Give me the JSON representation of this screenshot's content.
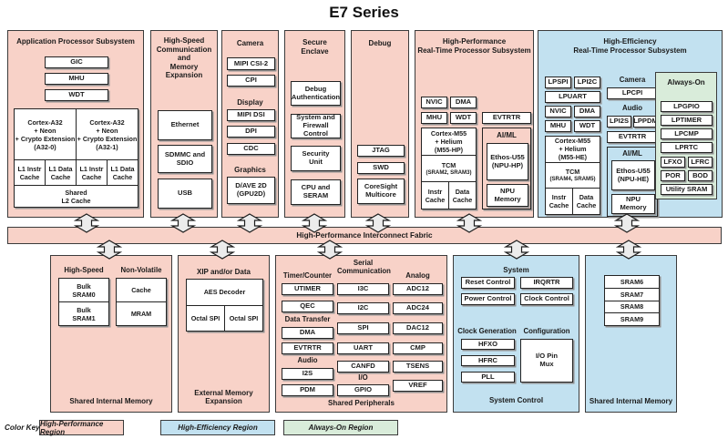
{
  "title": "E7 Series",
  "fabric_label": "High-Performance Interconnect Fabric",
  "colors": {
    "high_performance": "#f8d2c8",
    "high_efficiency": "#c2e1f0",
    "always_on": "#d9ecda"
  },
  "aps": {
    "title": "Application Processor Subsystem",
    "gic": "GIC",
    "mhu": "MHU",
    "wdt": "WDT",
    "core0": "Cortex-A32\n+ Neon\n+ Crypto Extension\n(A32-0)",
    "core1": "Cortex-A32\n+ Neon\n+ Crypto Extension\n(A32-1)",
    "l1i": "L1 Instr\nCache",
    "l1d": "L1 Data\nCache",
    "l2": "Shared\nL2 Cache"
  },
  "hscme": {
    "title": "High-Speed\nCommunication and\nMemory Expansion",
    "eth": "Ethernet",
    "sdmmc": "SDMMC and\nSDIO",
    "usb": "USB"
  },
  "cam": {
    "camera": "Camera",
    "csi": "MIPI CSI-2",
    "cpi": "CPI",
    "display": "Display",
    "dsi": "MIPI DSI",
    "dpi": "DPI",
    "cdc": "CDC",
    "graphics": "Graphics",
    "dave": "D/AVE 2D\n(GPU2D)"
  },
  "secure": {
    "title": "Secure\nEnclave",
    "auth": "Debug\nAuthentication",
    "fw": "System and\nFirewall Control",
    "su": "Security\nUnit",
    "cpu": "CPU and\nSERAM"
  },
  "debug": {
    "title": "Debug",
    "jtag": "JTAG",
    "swd": "SWD",
    "cs": "CoreSight\nMulticore"
  },
  "hprt": {
    "title": "High-Performance\nReal-Time Processor Subsystem",
    "nvic": "NVIC",
    "dma": "DMA",
    "mhu": "MHU",
    "wdt": "WDT",
    "evtrtr": "EVTRTR",
    "core": "Cortex-M55\n+ Helium\n(M55-HP)",
    "tcm": "TCM",
    "tcm_sub": "(SRAM2, SRAM3)",
    "ic": "Instr\nCache",
    "dc": "Data\nCache",
    "aiml": "AI/ML",
    "npu": "Ethos-U55\n(NPU-HP)",
    "npum": "NPU\nMemory"
  },
  "hert": {
    "title": "High-Efficiency\nReal-Time Processor Subsystem",
    "lpspi": "LPSPI",
    "lpi2c": "LPI2C",
    "lpuart": "LPUART",
    "nvic": "NVIC",
    "dma": "DMA",
    "mhu": "MHU",
    "wdt": "WDT",
    "core": "Cortex-M55\n+ Helium\n(M55-HE)",
    "tcm": "TCM",
    "tcm_sub": "(SRAM4, SRAM5)",
    "ic": "Instr\nCache",
    "dc": "Data\nCache",
    "camera": "Camera",
    "lpcpi": "LPCPI",
    "audio": "Audio",
    "lpi2s": "LPI2S",
    "lppdm": "LPPDM",
    "evtrtr": "EVTRTR",
    "aiml": "AI/ML",
    "npu": "Ethos-U55\n(NPU-HE)",
    "npum": "NPU\nMemory"
  },
  "aon": {
    "title": "Always-On",
    "lpgpio": "LPGPIO",
    "lptimer": "LPTIMER",
    "lpcmp": "LPCMP",
    "lprtc": "LPRTC",
    "lfxo": "LFXO",
    "lfrc": "LFRC",
    "por": "POR",
    "bod": "BOD",
    "usram": "Utility SRAM"
  },
  "sim1": {
    "h1": "High-Speed",
    "h2": "Non-Volatile",
    "b0": "Bulk\nSRAM0",
    "b1": "Bulk\nSRAM1",
    "cache": "Cache",
    "mram": "MRAM",
    "footer": "Shared Internal Memory"
  },
  "eme": {
    "hdr": "XIP and/or Data",
    "aes": "AES Decoder",
    "spi0": "Octal SPI",
    "spi1": "Octal SPI",
    "footer": "External Memory\nExpansion"
  },
  "per": {
    "h_tc": "Timer/Counter",
    "utimer": "UTIMER",
    "qec": "QEC",
    "h_dt": "Data Transfer",
    "dma": "DMA",
    "evtrtr": "EVTRTR",
    "h_au": "Audio",
    "i2s": "I2S",
    "pdm": "PDM",
    "h_ser": "Serial\nCommunication",
    "i3c": "I3C",
    "i2c": "I2C",
    "spi": "SPI",
    "uart": "UART",
    "canfd": "CANFD",
    "h_io": "I/O",
    "gpio": "GPIO",
    "h_an": "Analog",
    "adc12": "ADC12",
    "adc24": "ADC24",
    "dac12": "DAC12",
    "cmp": "CMP",
    "tsens": "TSENS",
    "vref": "VREF",
    "footer": "Shared Peripherals"
  },
  "sys": {
    "h": "System",
    "reset": "Reset Control",
    "irqrtr": "IRQRTR",
    "power": "Power Control",
    "clkctl": "Clock Control",
    "h_cg": "Clock Generation",
    "hfxo": "HFXO",
    "hfrc": "HFRC",
    "pll": "PLL",
    "h_cfg": "Configuration",
    "mux": "I/O Pin\nMux",
    "footer": "System Control"
  },
  "sim2": {
    "s6": "SRAM6",
    "s7": "SRAM7",
    "s8": "SRAM8",
    "s9": "SRAM9",
    "footer": "Shared Internal Memory"
  },
  "key": {
    "label": "Color Key:",
    "k1": "High-Performance Region",
    "k2": "High-Efficiency Region",
    "k3": "Always-On Region"
  }
}
